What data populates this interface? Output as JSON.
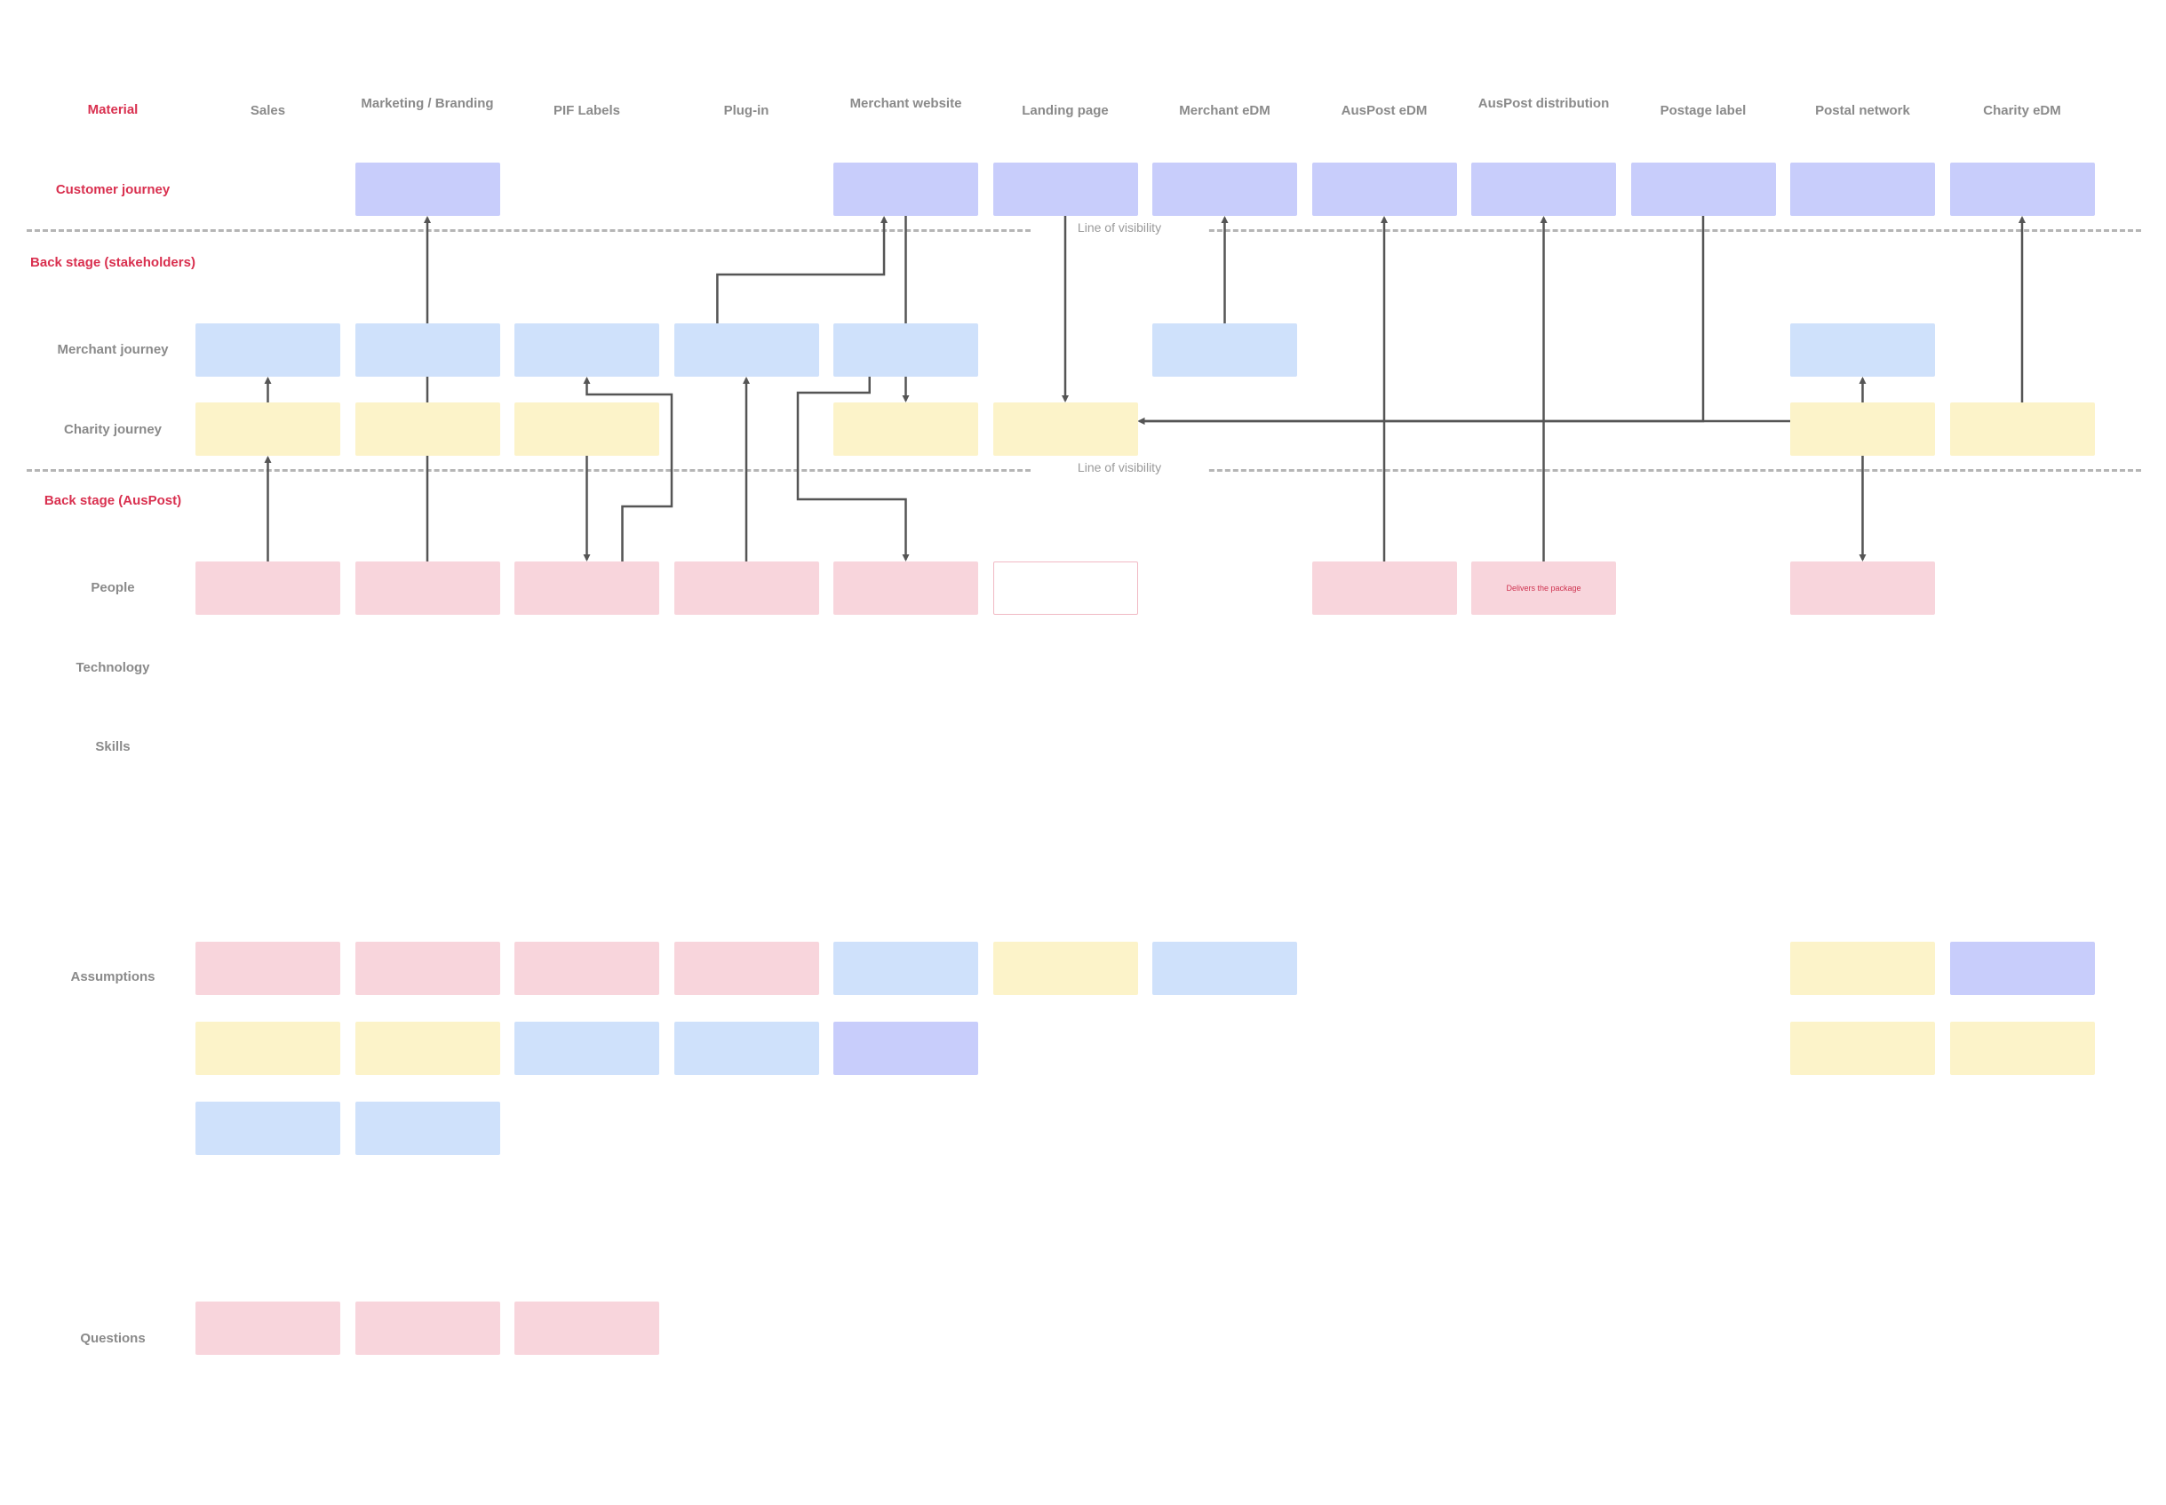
{
  "title": "",
  "colors": {
    "customer": "#c8cdfb",
    "merchant": "#cfe1fb",
    "charity": "#fcf3c9",
    "people": "#f8d5dc",
    "row_label_red": "#d9304f",
    "row_label_grey": "#8a8a8a",
    "connector": "#555555",
    "divider": "#b5b5b5"
  },
  "columns": [
    {
      "id": "sales",
      "label": "Sales"
    },
    {
      "id": "marketing",
      "label": "Marketing / Branding"
    },
    {
      "id": "pif_labels",
      "label": "PIF Labels"
    },
    {
      "id": "plug_in",
      "label": "Plug-in"
    },
    {
      "id": "merchant_website",
      "label": "Merchant website"
    },
    {
      "id": "landing_page",
      "label": "Landing page"
    },
    {
      "id": "merchant_edm",
      "label": "Merchant eDM"
    },
    {
      "id": "auspost_edm",
      "label": "AusPost eDM"
    },
    {
      "id": "auspost_distribution",
      "label": "AusPost distribution"
    },
    {
      "id": "postage_label",
      "label": "Postage label"
    },
    {
      "id": "postal_network",
      "label": "Postal network"
    },
    {
      "id": "charity_edm",
      "label": "Charity eDM"
    }
  ],
  "rows": [
    {
      "id": "material",
      "label": "Material",
      "emphasis": true
    },
    {
      "id": "customer_journey",
      "label": "Customer journey",
      "emphasis": true
    },
    {
      "id": "back_stage_stakeholders",
      "label": "Back stage (stakeholders)",
      "emphasis": true
    },
    {
      "id": "merchant_journey",
      "label": "Merchant journey",
      "emphasis": false
    },
    {
      "id": "charity_journey",
      "label": "Charity journey",
      "emphasis": false
    },
    {
      "id": "back_stage_auspost",
      "label": "Back stage (AusPost)",
      "emphasis": true
    },
    {
      "id": "people",
      "label": "People",
      "emphasis": false
    },
    {
      "id": "technology",
      "label": "Technology",
      "emphasis": false
    },
    {
      "id": "skills",
      "label": "Skills",
      "emphasis": false
    },
    {
      "id": "assumptions",
      "label": "Assumptions",
      "emphasis": false
    },
    {
      "id": "questions",
      "label": "Questions",
      "emphasis": false
    }
  ],
  "visibility_lines": {
    "upper": "Line of visibility",
    "lower": "Line of visibility"
  },
  "notes": {
    "customer_journey": [
      {
        "col": 1,
        "style": "violet",
        "text": ""
      },
      {
        "col": 4,
        "style": "violet",
        "text": ""
      },
      {
        "col": 5,
        "style": "violet",
        "text": ""
      },
      {
        "col": 6,
        "style": "violet",
        "text": ""
      },
      {
        "col": 7,
        "style": "violet",
        "text": ""
      },
      {
        "col": 8,
        "style": "violet",
        "text": ""
      },
      {
        "col": 9,
        "style": "violet",
        "text": ""
      },
      {
        "col": 10,
        "style": "violet",
        "text": ""
      },
      {
        "col": 11,
        "style": "violet",
        "text": ""
      }
    ],
    "merchant_journey": [
      {
        "col": 0,
        "style": "blue",
        "text": ""
      },
      {
        "col": 1,
        "style": "blue",
        "text": ""
      },
      {
        "col": 2,
        "style": "blue",
        "text": ""
      },
      {
        "col": 3,
        "style": "blue",
        "text": ""
      },
      {
        "col": 4,
        "style": "blue",
        "text": ""
      },
      {
        "col": 6,
        "style": "blue",
        "text": ""
      },
      {
        "col": 10,
        "style": "blue",
        "text": ""
      }
    ],
    "charity_journey": [
      {
        "col": 0,
        "style": "yellow",
        "text": ""
      },
      {
        "col": 1,
        "style": "yellow",
        "text": ""
      },
      {
        "col": 2,
        "style": "yellow",
        "text": ""
      },
      {
        "col": 4,
        "style": "yellow",
        "text": ""
      },
      {
        "col": 5,
        "style": "yellow",
        "text": ""
      },
      {
        "col": 10,
        "style": "yellow",
        "text": ""
      },
      {
        "col": 11,
        "style": "yellow",
        "text": ""
      }
    ],
    "people": [
      {
        "col": 0,
        "style": "pink",
        "text": ""
      },
      {
        "col": 1,
        "style": "pink",
        "text": ""
      },
      {
        "col": 2,
        "style": "pink",
        "text": ""
      },
      {
        "col": 3,
        "style": "pink",
        "text": ""
      },
      {
        "col": 4,
        "style": "pink",
        "text": ""
      },
      {
        "col": 5,
        "style": "outline",
        "text": ""
      },
      {
        "col": 7,
        "style": "pink",
        "text": ""
      },
      {
        "col": 8,
        "style": "pink",
        "text": "Delivers the package"
      },
      {
        "col": 10,
        "style": "pink",
        "text": ""
      }
    ],
    "assumptions": [
      {
        "col": 0,
        "stack": 0,
        "style": "pink",
        "text": ""
      },
      {
        "col": 1,
        "stack": 0,
        "style": "pink",
        "text": ""
      },
      {
        "col": 2,
        "stack": 0,
        "style": "pink",
        "text": ""
      },
      {
        "col": 3,
        "stack": 0,
        "style": "pink",
        "text": ""
      },
      {
        "col": 4,
        "stack": 0,
        "style": "blue",
        "text": ""
      },
      {
        "col": 5,
        "stack": 0,
        "style": "yellow",
        "text": ""
      },
      {
        "col": 6,
        "stack": 0,
        "style": "blue",
        "text": ""
      },
      {
        "col": 10,
        "stack": 0,
        "style": "yellow",
        "text": ""
      },
      {
        "col": 11,
        "stack": 0,
        "style": "violet-strong",
        "text": ""
      },
      {
        "col": 0,
        "stack": 1,
        "style": "yellow",
        "text": ""
      },
      {
        "col": 1,
        "stack": 1,
        "style": "yellow",
        "text": ""
      },
      {
        "col": 2,
        "stack": 1,
        "style": "blue",
        "text": ""
      },
      {
        "col": 3,
        "stack": 1,
        "style": "blue",
        "text": ""
      },
      {
        "col": 4,
        "stack": 1,
        "style": "violet-strong",
        "text": ""
      },
      {
        "col": 10,
        "stack": 1,
        "style": "yellow",
        "text": ""
      },
      {
        "col": 11,
        "stack": 1,
        "style": "yellow",
        "text": ""
      },
      {
        "col": 0,
        "stack": 2,
        "style": "blue",
        "text": ""
      },
      {
        "col": 1,
        "stack": 2,
        "style": "blue",
        "text": ""
      }
    ],
    "questions": [
      {
        "col": 0,
        "style": "pink",
        "text": ""
      },
      {
        "col": 1,
        "style": "pink",
        "text": ""
      },
      {
        "col": 2,
        "style": "pink",
        "text": ""
      }
    ]
  },
  "connectors": [
    {
      "from": [
        "charity_journey",
        0
      ],
      "to": [
        "merchant_journey",
        0
      ]
    },
    {
      "from": [
        "people",
        0
      ],
      "to": [
        "charity_journey",
        0
      ]
    },
    {
      "from": [
        "people",
        1
      ],
      "to": [
        "customer_journey",
        1
      ]
    },
    {
      "from": [
        "charity_journey",
        2
      ],
      "to": [
        "people",
        2
      ]
    },
    {
      "from": [
        "people",
        2
      ],
      "to": [
        "merchant_journey",
        2
      ],
      "route": "side-loop"
    },
    {
      "from": [
        "people",
        3
      ],
      "to": [
        "merchant_journey",
        3
      ]
    },
    {
      "from": [
        "merchant_journey",
        3
      ],
      "to": [
        "customer_journey",
        4
      ],
      "route": "step-up"
    },
    {
      "from": [
        "customer_journey",
        4
      ],
      "to": [
        "charity_journey",
        4
      ]
    },
    {
      "from": [
        "merchant_journey",
        4
      ],
      "to": [
        "people",
        4
      ],
      "route": "step-down-left"
    },
    {
      "from": [
        "customer_journey",
        5
      ],
      "to": [
        "charity_journey",
        5
      ]
    },
    {
      "from": [
        "merchant_journey",
        6
      ],
      "to": [
        "customer_journey",
        6
      ]
    },
    {
      "from": [
        "people",
        7
      ],
      "to": [
        "customer_journey",
        7
      ]
    },
    {
      "from": [
        "people",
        8
      ],
      "to": [
        "customer_journey",
        8
      ]
    },
    {
      "from": [
        "customer_journey",
        9
      ],
      "to": [
        "charity_journey",
        5
      ],
      "route": "elbow-left"
    },
    {
      "from": [
        "charity_journey",
        10
      ],
      "to": [
        "charity_journey",
        5
      ],
      "route": "straight-left"
    },
    {
      "from": [
        "charity_journey",
        10
      ],
      "to": [
        "merchant_journey",
        10
      ]
    },
    {
      "from": [
        "charity_journey",
        10
      ],
      "to": [
        "people",
        10
      ]
    },
    {
      "from": [
        "charity_journey",
        11
      ],
      "to": [
        "customer_journey",
        11
      ]
    }
  ]
}
